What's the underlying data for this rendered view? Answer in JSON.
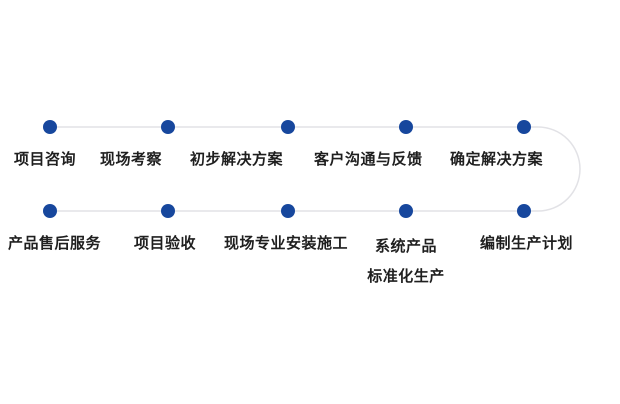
{
  "diagram": {
    "title": "service-process-flow",
    "colors": {
      "dot": "#17479d",
      "line": "#e2e2e6",
      "text": "#1f1f1f",
      "background": "#ffffff"
    },
    "top_row": [
      {
        "label": "项目咨询"
      },
      {
        "label": "现场考察"
      },
      {
        "label": "初步解决方案"
      },
      {
        "label": "客户沟通与反馈"
      },
      {
        "label": "确定解决方案"
      }
    ],
    "bottom_row": [
      {
        "label": "产品售后服务"
      },
      {
        "label": "项目验收"
      },
      {
        "label": "现场专业安装施工"
      },
      {
        "label": "系统产品",
        "label2": "标准化生产"
      },
      {
        "label": "编制生产计划"
      }
    ]
  }
}
